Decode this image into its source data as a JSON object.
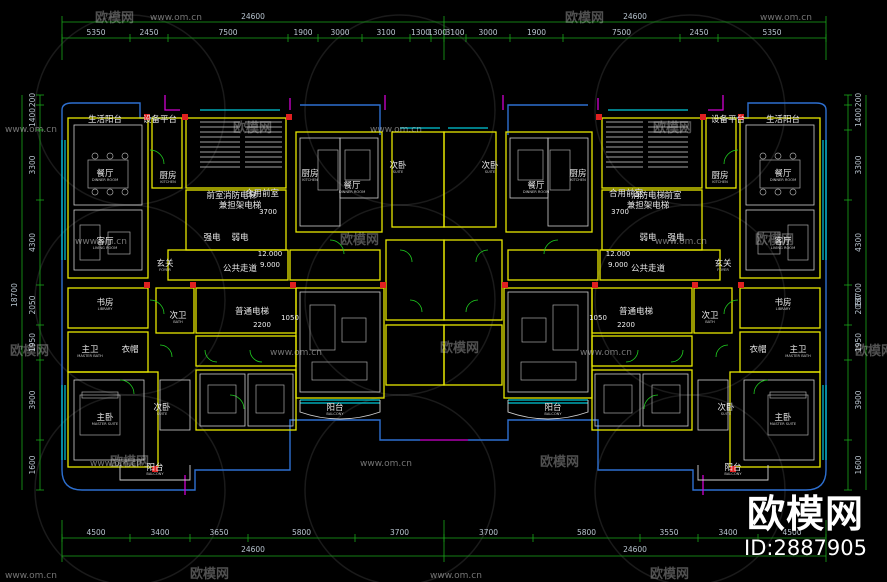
{
  "dims": {
    "top_total": [
      "24600",
      "24600"
    ],
    "top": [
      "5350",
      "2450",
      "7500",
      "1900",
      "3000",
      "3100",
      "1300",
      "1300",
      "3100",
      "3000",
      "1900",
      "7500",
      "2450",
      "5350"
    ],
    "bottom_total": [
      "24600",
      "24600"
    ],
    "bottom": [
      "4500",
      "3400",
      "3650",
      "5800",
      "3700",
      "3700",
      "5800",
      "3550",
      "3400",
      "4500"
    ],
    "left": [
      "200",
      "1400",
      "3300",
      "4300",
      "2050",
      "1950",
      "3900",
      "1600"
    ],
    "left_total": "18700",
    "right": [
      "200",
      "1400",
      "3300",
      "4300",
      "2050",
      "1950",
      "3900",
      "1600"
    ],
    "right_total": "18700"
  },
  "rooms": [
    {
      "cn": "生活阳台",
      "en": ""
    },
    {
      "cn": "设备平台",
      "en": ""
    },
    {
      "cn": "餐厅",
      "en": "DINNER ROOM"
    },
    {
      "cn": "厨房",
      "en": "KITCHEN"
    },
    {
      "cn": "客厅",
      "en": "LIVING ROOM"
    },
    {
      "cn": "玄关",
      "en": "FOYER"
    },
    {
      "cn": "书房",
      "en": "LIBRARY"
    },
    {
      "cn": "主卫",
      "en": "MASTER BATH"
    },
    {
      "cn": "衣帽",
      "en": ""
    },
    {
      "cn": "主卧",
      "en": "MASTER SUITE"
    },
    {
      "cn": "次卧",
      "en": "SUITE"
    },
    {
      "cn": "阳台",
      "en": "BALCONY"
    },
    {
      "cn": "消防电梯",
      "en": ""
    },
    {
      "cn": "兼担架电梯",
      "en": ""
    },
    {
      "cn": "合用前室",
      "en": ""
    },
    {
      "cn": "前室",
      "en": ""
    },
    {
      "cn": "强电",
      "en": ""
    },
    {
      "cn": "弱电",
      "en": ""
    },
    {
      "cn": "公共走道",
      "en": ""
    },
    {
      "cn": "普通电梯",
      "en": ""
    },
    {
      "cn": "次卫",
      "en": "BATH"
    },
    {
      "cn": "阳台",
      "en": "BALCONY"
    },
    {
      "cn": "厨房",
      "en": "KITCHEN"
    },
    {
      "cn": "餐厅",
      "en": "DINNER ROOM"
    },
    {
      "cn": "次卧",
      "en": "SUITE"
    }
  ],
  "elevations": [
    "12.000",
    "9.000",
    "12.000",
    "9.000",
    "3700",
    "3700",
    "2200",
    "2200",
    "1050",
    "1050"
  ],
  "watermark": {
    "url": "www.om.cn",
    "cn": "欧模网"
  },
  "brand": {
    "name": "欧模网",
    "id": "ID:2887905"
  },
  "colors": {
    "background": "#000000",
    "wall": "#e6e600",
    "wall_alt": "#f0f0f0",
    "window": "#00c8d8",
    "door": "#00d000",
    "dimension": "#1aa81a",
    "red": "#e02020",
    "magenta": "#d000d0",
    "furniture": "#a8a8a8"
  }
}
